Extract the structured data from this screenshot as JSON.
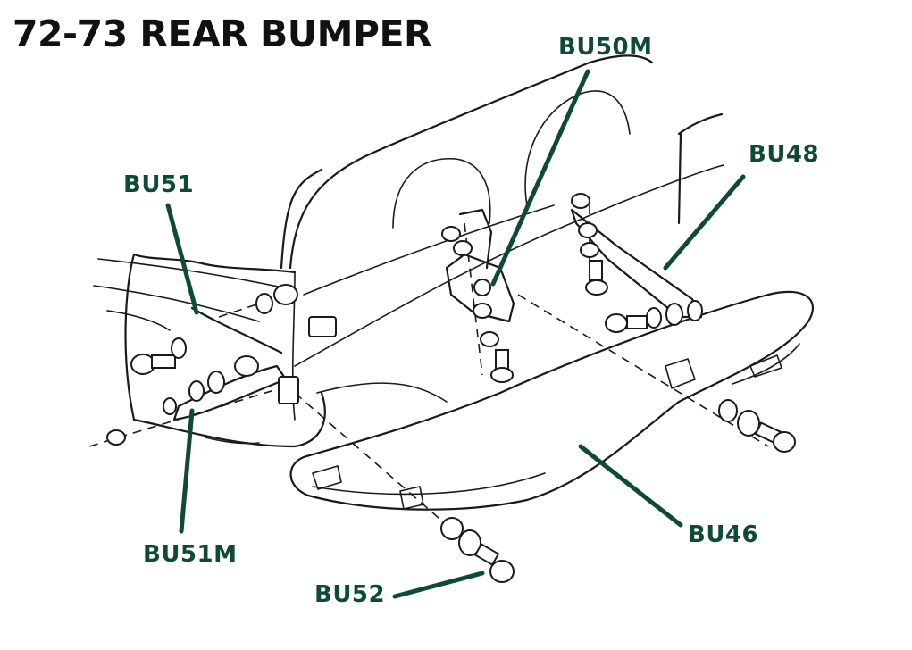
{
  "title": "72-73 REAR BUMPER",
  "accent_color": "#0e4a35",
  "ink_color": "#1a1a1a",
  "labels": {
    "bu50m": "BU50M",
    "bu48": "BU48",
    "bu51": "BU51",
    "bu51m": "BU51M",
    "bu46": "BU46",
    "bu52": "BU52"
  }
}
